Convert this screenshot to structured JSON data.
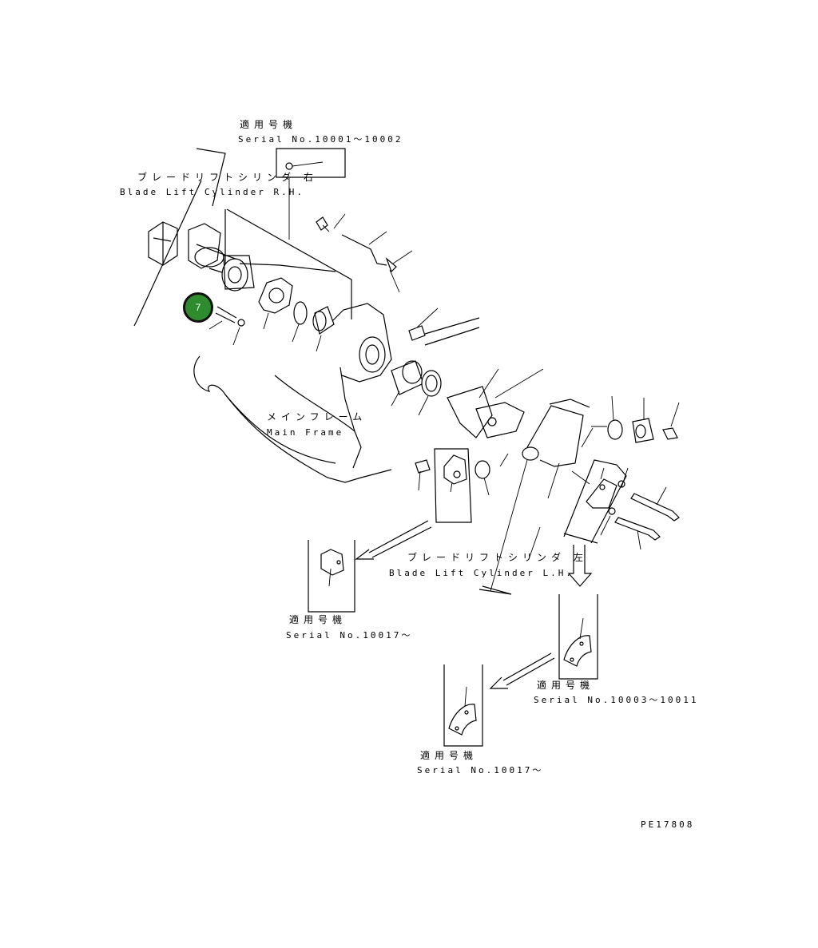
{
  "labels": {
    "serial_top_jp": "適用号機",
    "serial_top": "Serial No.10001～10002",
    "cyl_rh_jp": "ブレードリフトシリンダ 右",
    "cyl_rh": "Blade Lift Cylinder R.H.",
    "main_frame_jp": "メインフレーム",
    "main_frame": "Main Frame",
    "cyl_lh_jp": "ブレードリフトシリンダ 左",
    "cyl_lh": "Blade Lift Cylinder L.H.",
    "serial_left_jp": "適用号機",
    "serial_left": "Serial No.10017～",
    "serial_right_jp": "適用号機",
    "serial_right": "Serial No.10003～10011",
    "serial_bottom_jp": "適用号機",
    "serial_bottom": "Serial No.10017～",
    "drawing_code": "PE17808"
  },
  "callout": {
    "number": "7",
    "color": "#2e8b2e"
  }
}
